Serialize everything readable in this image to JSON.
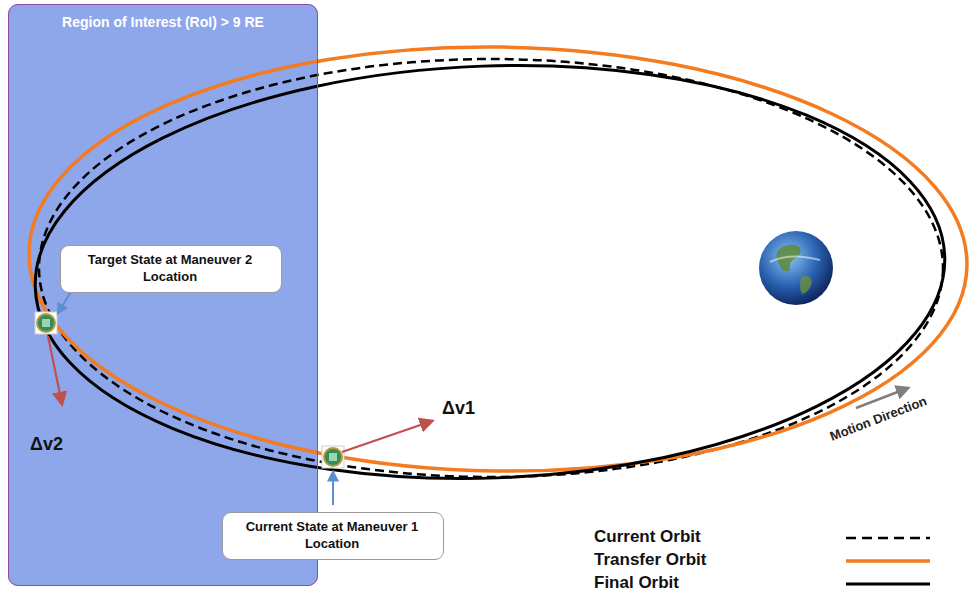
{
  "diagram": {
    "nodes": [
      {
        "text": [
          "Region of Interest (RoI) > 9 RE"
        ]
      },
      {
        "text": [
          "Target State at Maneuver 2 Location"
        ],
        "in": 0
      },
      {
        "text": [
          "Current State at Maneuver 1 Location"
        ]
      }
    ],
    "edges": [],
    "labels": [
      "Δv2",
      "Δv1",
      "Motion Direction"
    ],
    "legend": [
      {
        "text": "Current Orbit"
      },
      {
        "text": "Transfer Orbit"
      },
      {
        "text": "Final Orbit"
      }
    ]
  }
}
